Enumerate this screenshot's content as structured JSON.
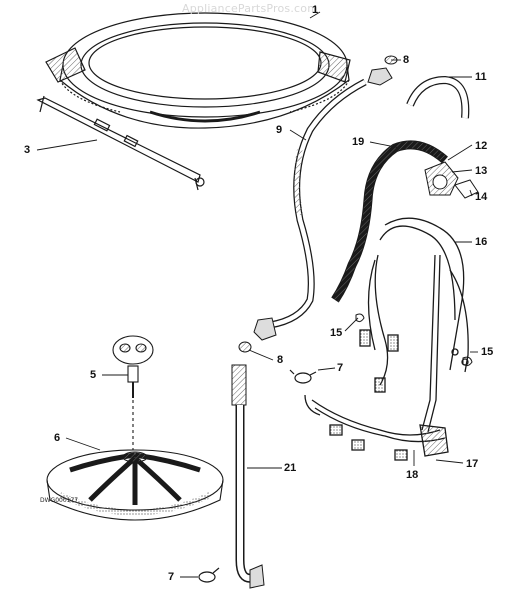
{
  "watermark": "AppliancePartsPros.com",
  "drawing_code": "DWG000177",
  "callouts": [
    "1",
    "3",
    "5",
    "6",
    "7",
    "7",
    "8",
    "8",
    "9",
    "11",
    "12",
    "13",
    "14",
    "15",
    "15",
    "16",
    "17",
    "18",
    "19",
    "21"
  ],
  "colors": {
    "line": "#1a1a1a",
    "hatch": "#555555",
    "background": "#ffffff"
  }
}
